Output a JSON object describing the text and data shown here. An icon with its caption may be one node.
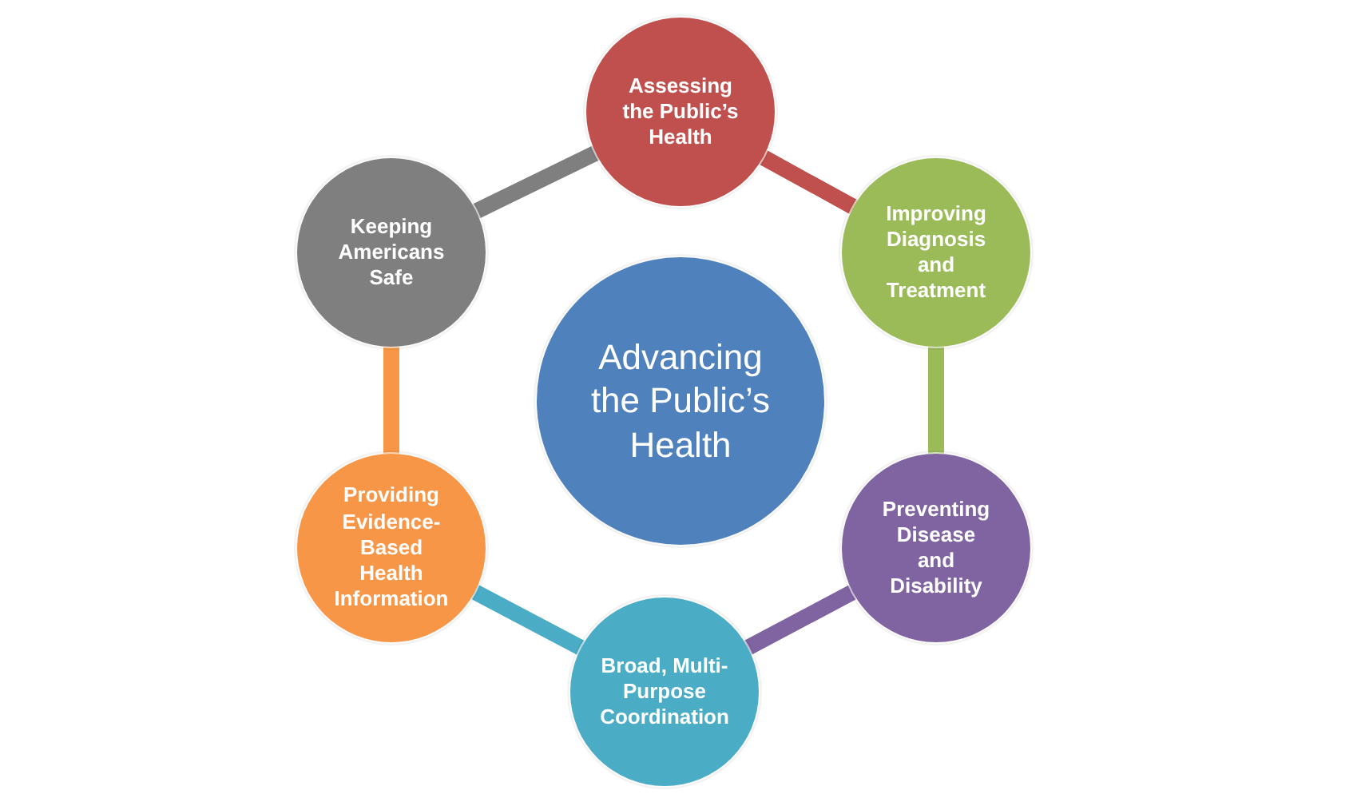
{
  "diagram": {
    "nodes": [
      {
        "text": [
          "Advancing the Public’s Health"
        ]
      },
      {
        "text": [
          "Assessing the Public’s Health"
        ]
      },
      {
        "text": [
          "Improving Diagnosis and Treatment"
        ]
      },
      {
        "text": [
          "Preventing Disease and Disability"
        ]
      },
      {
        "text": [
          "Broad, Multi-Purpose Coordination"
        ]
      },
      {
        "text": [
          "Providing Evidence-Based Health Information"
        ]
      },
      {
        "text": [
          "Keeping Americans Safe"
        ]
      }
    ],
    "edges": [
      {
        "from": 1,
        "to": 2,
        "arrow": "none",
        "color": "#c0504d"
      },
      {
        "from": 2,
        "to": 3,
        "arrow": "none",
        "color": "#9bbb59"
      },
      {
        "from": 3,
        "to": 4,
        "arrow": "none",
        "color": "#8064a2"
      },
      {
        "from": 4,
        "to": 5,
        "arrow": "none",
        "color": "#4bacc6"
      },
      {
        "from": 5,
        "to": 6,
        "arrow": "none",
        "color": "#f79646"
      },
      {
        "from": 6,
        "to": 1,
        "arrow": "none",
        "color": "#7f7f7f"
      }
    ]
  }
}
